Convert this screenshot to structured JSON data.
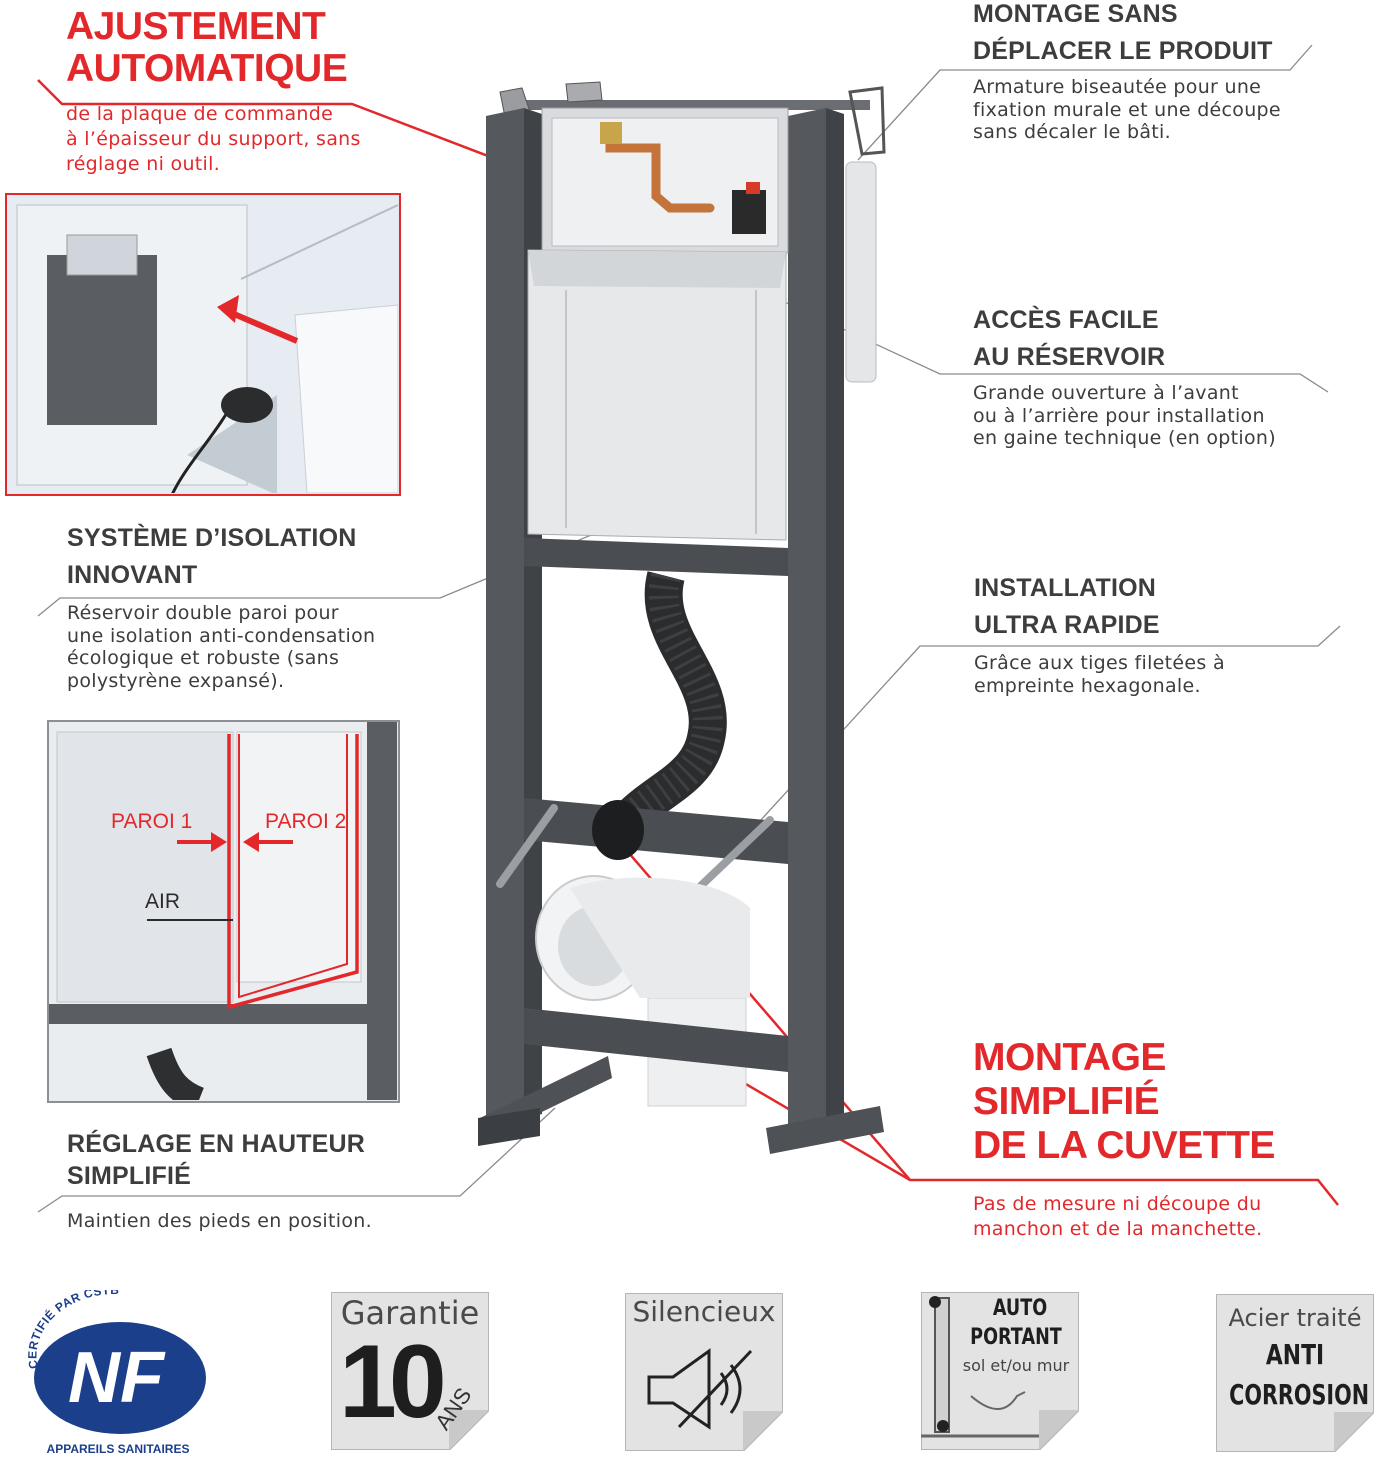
{
  "features": {
    "auto_adjust": {
      "title_lines": [
        "AJUSTEMENT",
        "AUTOMATIQUE"
      ],
      "desc_lines": [
        "de la plaque de commande",
        "à l’épaisseur du support, sans",
        "réglage ni outil."
      ]
    },
    "mounting": {
      "title_lines": [
        "MONTAGE SANS",
        "DÉPLACER LE PRODUIT"
      ],
      "desc_lines": [
        "Armature biseautée pour une",
        "fixation murale et une découpe",
        "sans décaler le bâti."
      ]
    },
    "tank_access": {
      "title_lines": [
        "ACCÈS FACILE",
        "AU RÉSERVOIR"
      ],
      "desc_lines": [
        "Grande ouverture à l’avant",
        "ou à l’arrière pour installation",
        "en gaine technique (en option)"
      ]
    },
    "insulation": {
      "title_lines": [
        "SYSTÈME D’ISOLATION",
        "INNOVANT"
      ],
      "desc_lines": [
        "Réservoir double paroi pour",
        "une isolation anti-condensation",
        "écologique et robuste (sans",
        "polystyrène expansé)."
      ]
    },
    "install": {
      "title_lines": [
        "INSTALLATION",
        "ULTRA RAPIDE"
      ],
      "desc_lines": [
        "Grâce aux tiges filetées à",
        "empreinte hexagonale."
      ]
    },
    "height": {
      "title_lines": [
        "RÉGLAGE EN HAUTEUR",
        "SIMPLIFIÉ"
      ],
      "desc_lines": [
        "Maintien des pieds en position."
      ]
    },
    "bowl": {
      "title_lines": [
        "MONTAGE",
        "SIMPLIFIÉ",
        "DE LA CUVETTE"
      ],
      "desc_lines": [
        "Pas de mesure ni découpe du",
        "manchon et de la manchette."
      ]
    }
  },
  "inset_wall": {
    "label_wall1": "PAROI 1",
    "label_wall2": "PAROI 2",
    "label_air": "AIR"
  },
  "badges": {
    "nf": {
      "arc_text": "CERTIFIÉ PAR CSTB",
      "logo": "NF",
      "caption": "APPAREILS SANITAIRES"
    },
    "warranty": {
      "title": "Garantie",
      "number": "10",
      "unit": "ANS"
    },
    "silent": {
      "title": "Silencieux",
      "icon": "muted-speaker-icon"
    },
    "self_supporting": {
      "line1": "AUTO",
      "line2": "PORTANT",
      "line3": "sol et/ou mur"
    },
    "steel": {
      "line1": "Acier traité",
      "line2": "ANTI",
      "line3": "CORROSION"
    }
  },
  "colors": {
    "accent_red": "#e3282b",
    "frame_gray": "#5c5f63",
    "text_gray": "#3d3d3d",
    "nf_blue": "#1c3f8c"
  }
}
